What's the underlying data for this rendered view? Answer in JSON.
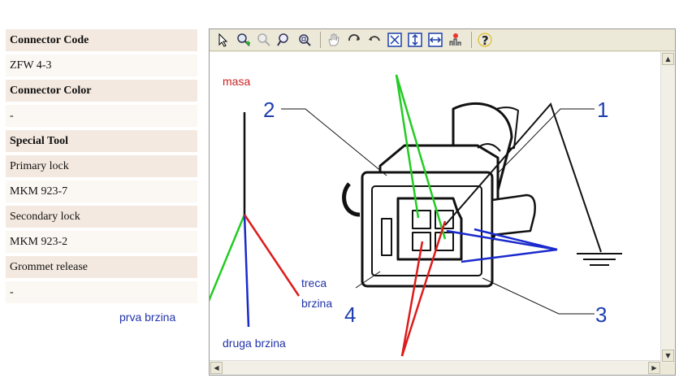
{
  "info_table": [
    {
      "text": "Connector Code",
      "kind": "header"
    },
    {
      "text": "ZFW 4-3",
      "kind": "value"
    },
    {
      "text": "Connector Color",
      "kind": "header"
    },
    {
      "text": "-",
      "kind": "value"
    },
    {
      "text": "Special Tool",
      "kind": "header"
    },
    {
      "text": "Primary lock",
      "kind": "alt"
    },
    {
      "text": "MKM 923-7",
      "kind": "value"
    },
    {
      "text": "Secondary lock",
      "kind": "alt"
    },
    {
      "text": "MKM 923-2",
      "kind": "value"
    },
    {
      "text": "Grommet release",
      "kind": "alt"
    },
    {
      "text": "-",
      "kind": "value"
    }
  ],
  "toolbar": {
    "tools": [
      "select-arrow-icon",
      "zoom-in-icon",
      "zoom-out-icon",
      "zoom-find-icon",
      "zoom-area-icon",
      "pan-hand-icon",
      "rotate-left-icon",
      "rotate-right-icon",
      "fit-all-icon",
      "fit-height-icon",
      "fit-width-icon",
      "tool-icon",
      "help-icon"
    ]
  },
  "diagram": {
    "callouts": [
      "1",
      "2",
      "3",
      "4"
    ]
  },
  "annotations": {
    "masa": "masa",
    "prva": "prva brzina",
    "druga": "druga brzina",
    "treca_1": "treca",
    "treca_2": "brzina"
  },
  "colors": {
    "header_bg": "#f4e9e0",
    "value_bg": "#fbf7f3",
    "callout_blue": "#1f3fb0",
    "wire_red": "#dd1c1c",
    "wire_green": "#22cc22",
    "wire_blue": "#1a2acc",
    "annotation_blue": "#2233aa",
    "masa_red": "#cc2222"
  }
}
